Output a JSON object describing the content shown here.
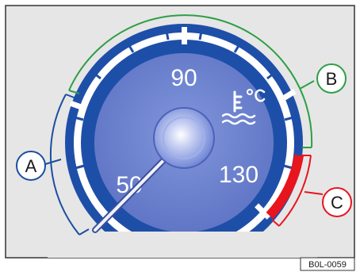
{
  "gauge": {
    "scale_labels": {
      "low": "50",
      "mid": "90",
      "high": "130"
    },
    "temperature_icon": "coolant-temperature-icon",
    "needle_value": 50
  },
  "callouts": {
    "a": {
      "letter": "A",
      "color": "#1a4fa0"
    },
    "b": {
      "letter": "B",
      "color": "#2e9e45"
    },
    "c": {
      "letter": "C",
      "color": "#e02020"
    }
  },
  "figure_code": "B0L-0059",
  "colors": {
    "background": "#e6e6e6",
    "bezel": "#1e4fa8",
    "dial_face": "#6f86d1",
    "warning_zone": "#e8141e"
  }
}
